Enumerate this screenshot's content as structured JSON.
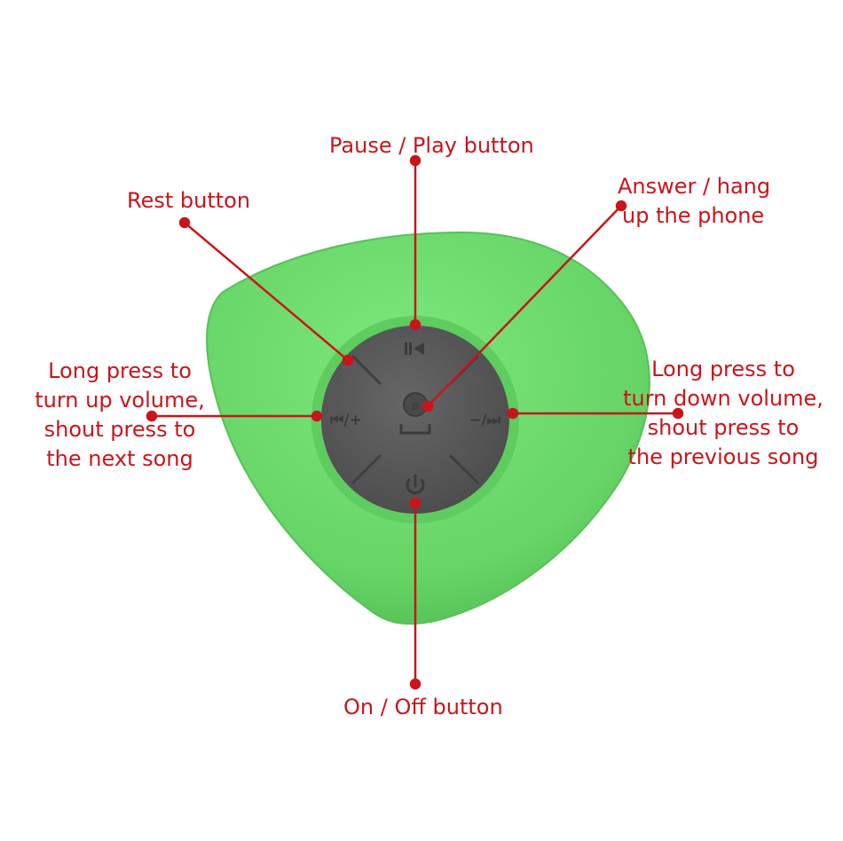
{
  "colors": {
    "annotation": "#c8151b",
    "shell": "#6edd6e",
    "shell_edge": "#55c255",
    "pad": "#5a5a5a",
    "pad_glyph": "#3b3b3b"
  },
  "icons": {
    "top": "skip-back-icon",
    "left": "previous-volume-up-icon",
    "right": "volume-down-next-icon",
    "center": "bluetooth-phone-icon",
    "bottom": "power-icon"
  },
  "controls": {
    "left_symbol": "⏮/+",
    "right_symbol": "−/⏭"
  },
  "labels": {
    "pause_play": "Pause / Play button",
    "rest": "Rest button",
    "answer_line1": "Answer / hang",
    "answer_line2": "up the phone",
    "left_line1": "Long press to",
    "left_line2": "turn up volume,",
    "left_line3": "shout press to",
    "left_line4": "the next song",
    "right_line1": "Long press to",
    "right_line2": "turn down volume,",
    "right_line3": "shout press to",
    "right_line4": "the previous song",
    "on_off": "On / Off button"
  }
}
